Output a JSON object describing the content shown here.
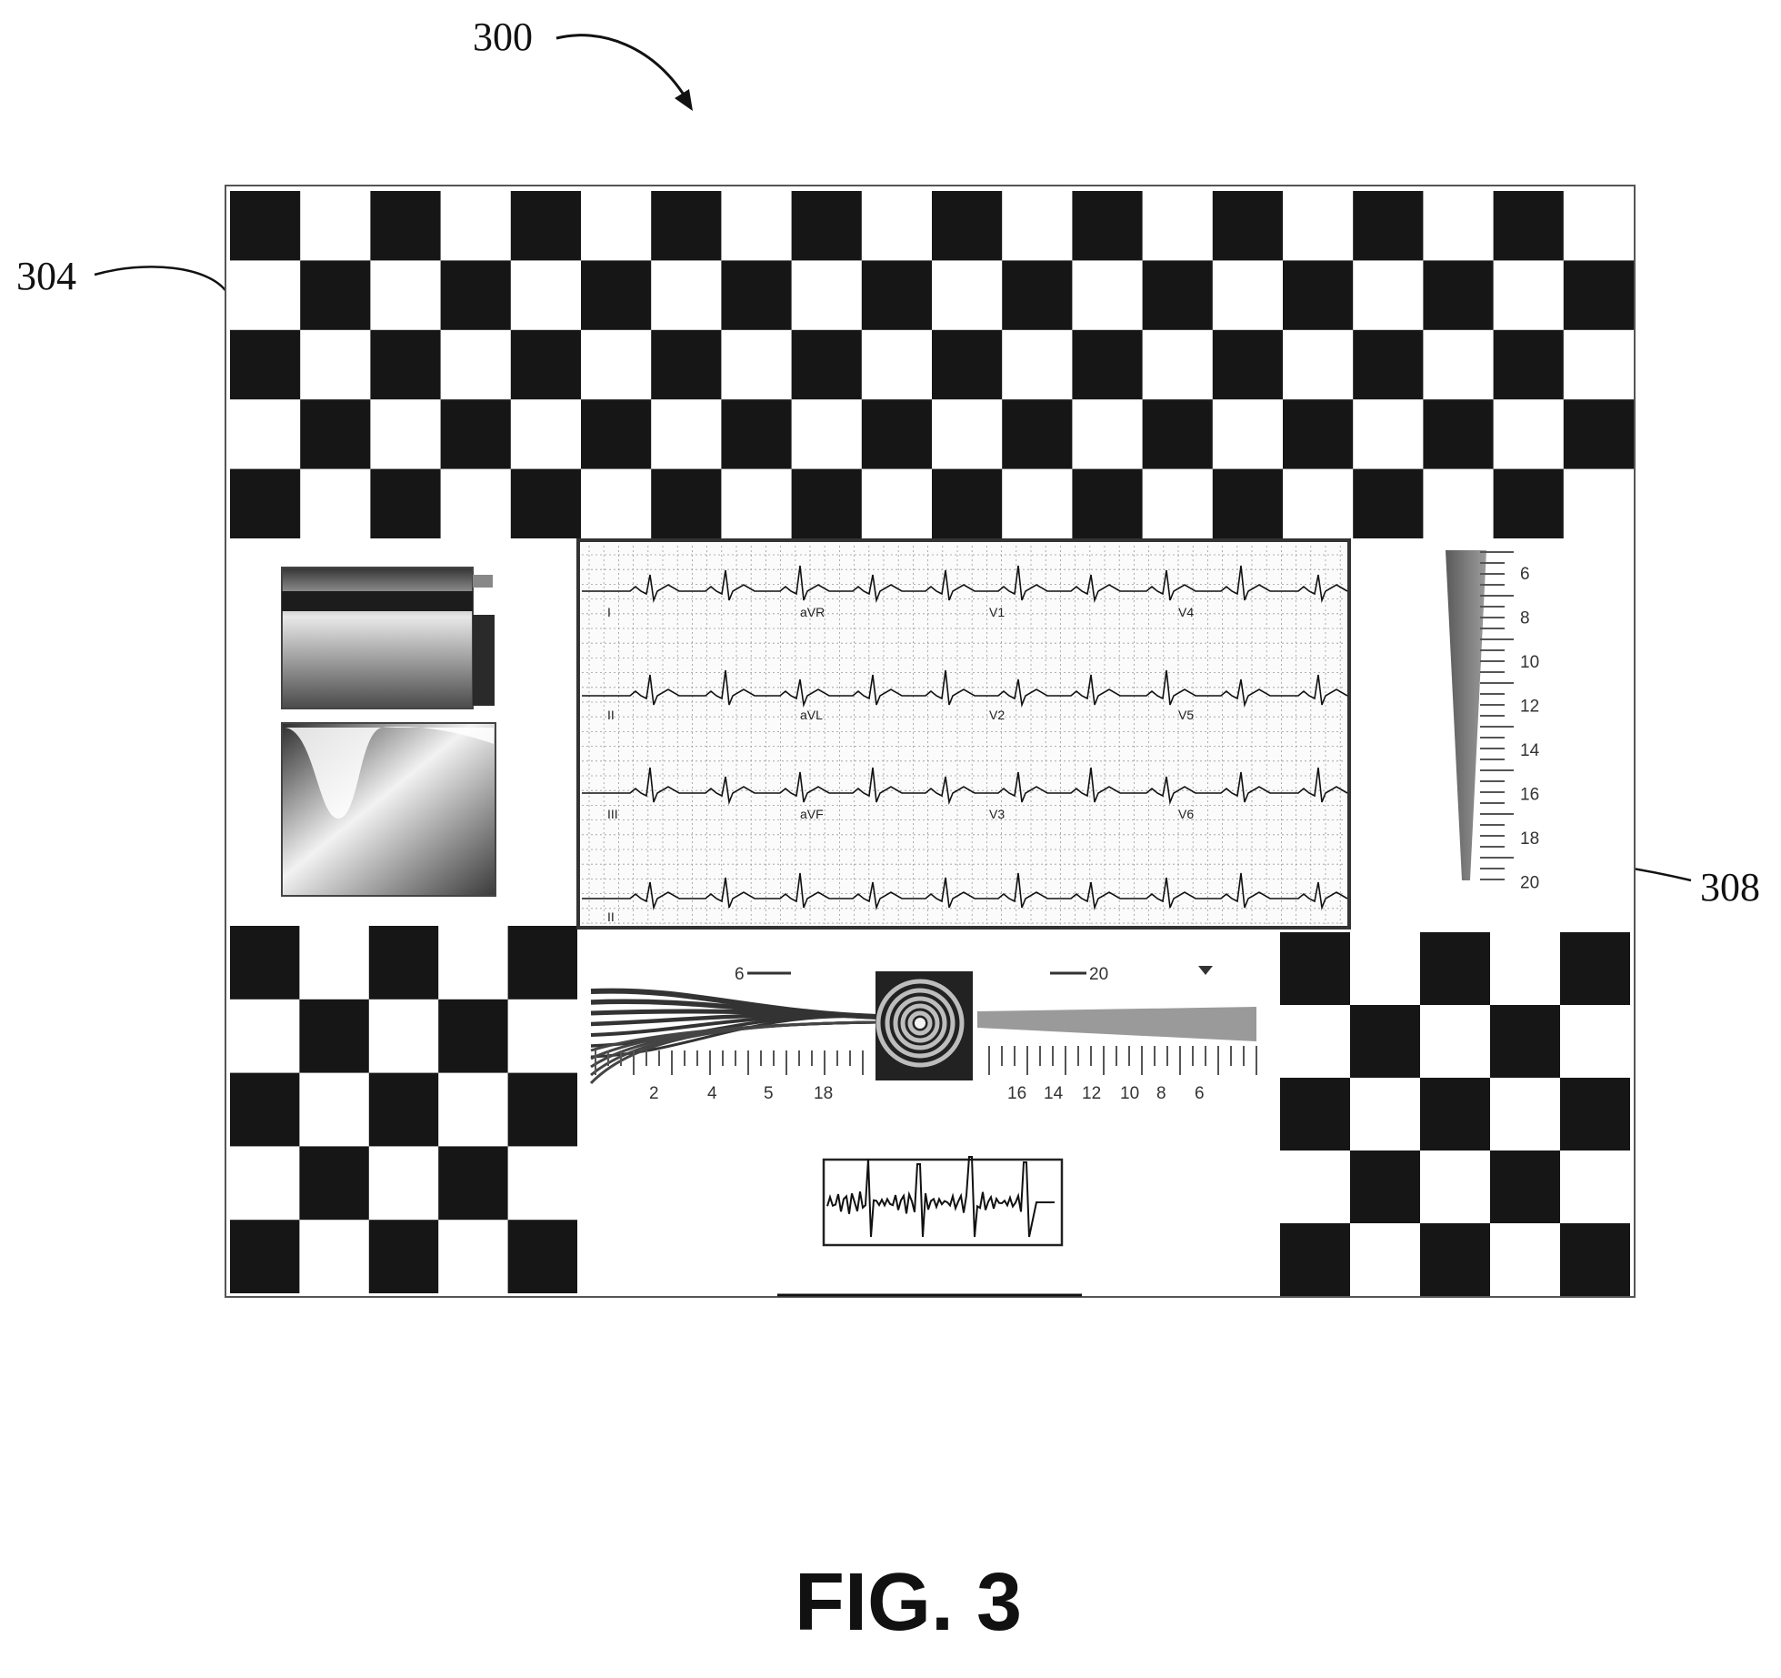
{
  "figure": {
    "caption": "FIG. 3",
    "ref_300": "300",
    "ref_304": "304",
    "ref_308": "308"
  },
  "ecg_panel": {
    "lead_labels": [
      "I",
      "aVR",
      "V1",
      "V4",
      "II",
      "aVL",
      "V2",
      "V5",
      "III",
      "aVF",
      "V3",
      "V6",
      "II"
    ]
  },
  "vertical_scale": {
    "labels": [
      "6",
      "8",
      "10",
      "12",
      "14",
      "16",
      "18",
      "20"
    ]
  },
  "horizontal_scale": {
    "top_labels": [
      "6",
      "20"
    ],
    "bottom_labels": [
      "2",
      "4",
      "5",
      "18",
      "16",
      "14",
      "12",
      "10",
      "8",
      "6"
    ]
  },
  "colors": {
    "ink": "#111111",
    "checker": "#161616",
    "grid": "#9a9a9a",
    "taper": "#8a8a8a"
  }
}
